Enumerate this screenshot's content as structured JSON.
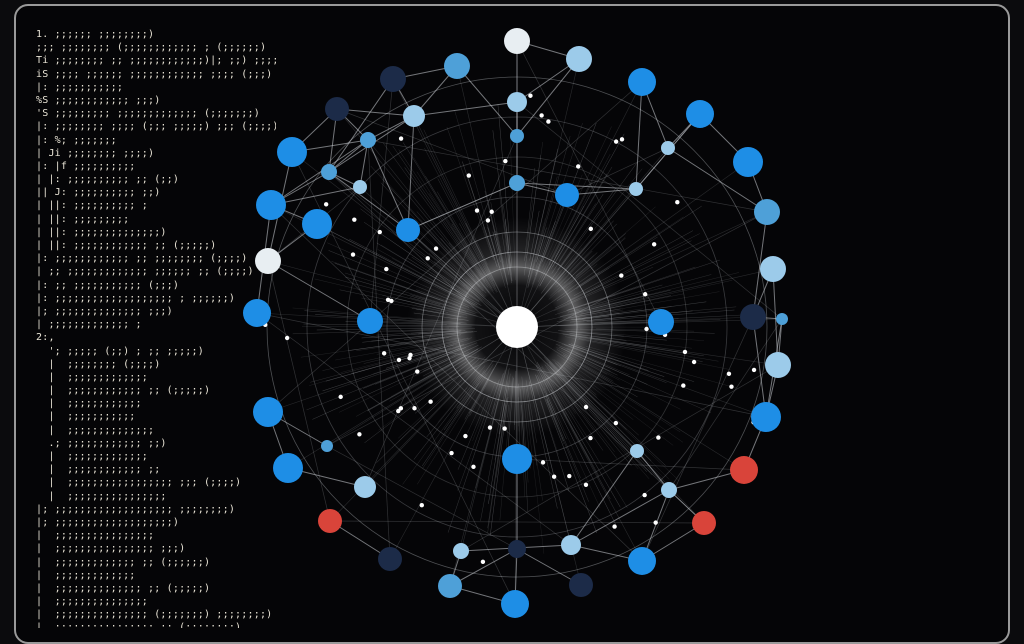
{
  "window": {
    "frame_color": "#9a9a9a",
    "background": "#050507"
  },
  "code_panel": {
    "text_color": "#e9e4d6",
    "lines": [
      "1. ;;;;;; ;;;;;;;;)",
      ";;; ;;;;;;;; (;;;;;;;;;;;; ; (;;;;;;)",
      "Ti ;;;;;;;; ;; ;;;;;;;;;;;;)|; ;;) ;;;;;;;;)",
      "iS ;;;; ;;;;;; ;;;;;;;;;;;; ;;;; (;;;)",
      "|: ;;;;;;;;;;;",
      "%S ;;;;;;;;;;;; ;;;)",
      "'S ;;;;;;;;; ;;;;;;;;;;;;; (;;;;;;;)",
      "|: ;;;;;;;; ;;;; (;;; ;;;;;) ;;; (;;;;)",
      "|: %; ;;;;;;;",
      "| Ji ;;;;;;;; ;;;;)",
      "|: |f ;;;;;;;;;;",
      "| |: ;;;;;;;;;; ;; (;;)",
      "|| J: ;;;;;;;;;; ;;)",
      "| ||: ;;;;;;;;;; ;",
      "| ||: ;;;;;;;;;",
      "| ||: ;;;;;;;;;;;;;;)",
      "| ||: ;;;;;;;;;;;; ;; (;;;;;)",
      "|: ;;;;;;;;;;;; ;; ;;;;;;;; (;;;;)",
      "| ;; ;;;;;;;;;;;;; ;;;;;; ;; (;;;;)",
      "|: ;; ;;;;;;;;;;; (;;;)",
      "|: ;;;;;;;;;;;;;;;;;;; ; ;;;;;;)",
      "|; ;;;;;;;;;;;;;; ;;;)",
      "| ;;;;;;;;;;;;; ;",
      "2:,",
      "  '; ;;;;; (;;) ; ;; ;;;;;)",
      "  |  ;;;;;;;; (;;;;)",
      "  |  ;;;;;;;;;;;;;",
      "  |  ;;;;;;;;;;;; ;; (;;;;;)",
      "  |  ;;;;;;;;;;;;",
      "  |  ;;;;;;;;;;;",
      "  |  ;;;;;;;;;;;;;;",
      "  .; ;;;;;;;;;;;; ;;)",
      "  |  ;;;;;;;;;;;;;",
      "  |  ;;;;;;;;;;;; ;;",
      "  |  ;;;;;;;;;;;;;;;;; ;;; (;;;;)",
      "  |  ;;;;;;;;;;;;;;;;",
      "|; ;;;;;;;;;;;;;;;;;;; ;;;;;;;;)",
      "|; ;;;;;;;;;;;;;;;;;;;)",
      "|  ;;;;;;;;;;;;;;;;",
      "|  ;;;;;;;;;;;;;;;; ;;;)",
      "|  ;;;;;;;;;;;;; ;; (;;;;;;)",
      "|  ;;;;;;;;;;;;;",
      "|  ;;;;;;;;;;;;;; ;; (;;;;;)",
      "|  ;;;;;;;;;;;;;;;",
      "|  ;;;;;;;;;;;;;;; (;;;;;;;) ;;;;;;;;)",
      "|  ;;;;;;;;;;;;;;;; ;; (;;;;;;;;)",
      "|  ;;;;;;;;;;;;;;;;;;;;;;;;;;;;)"
    ]
  },
  "graph": {
    "center_color": "#ffffff",
    "node_colors": {
      "bright_blue": "#1e8ee6",
      "light_blue": "#9ccbea",
      "sky_blue": "#4ea0d8",
      "navy": "#1c2b48",
      "white": "#e8eef2",
      "red": "#d9443a"
    },
    "edge_color": "#cfd3d8",
    "node_kinds": [
      "bright_blue",
      "light_blue",
      "sky_blue",
      "navy",
      "white",
      "red"
    ]
  }
}
